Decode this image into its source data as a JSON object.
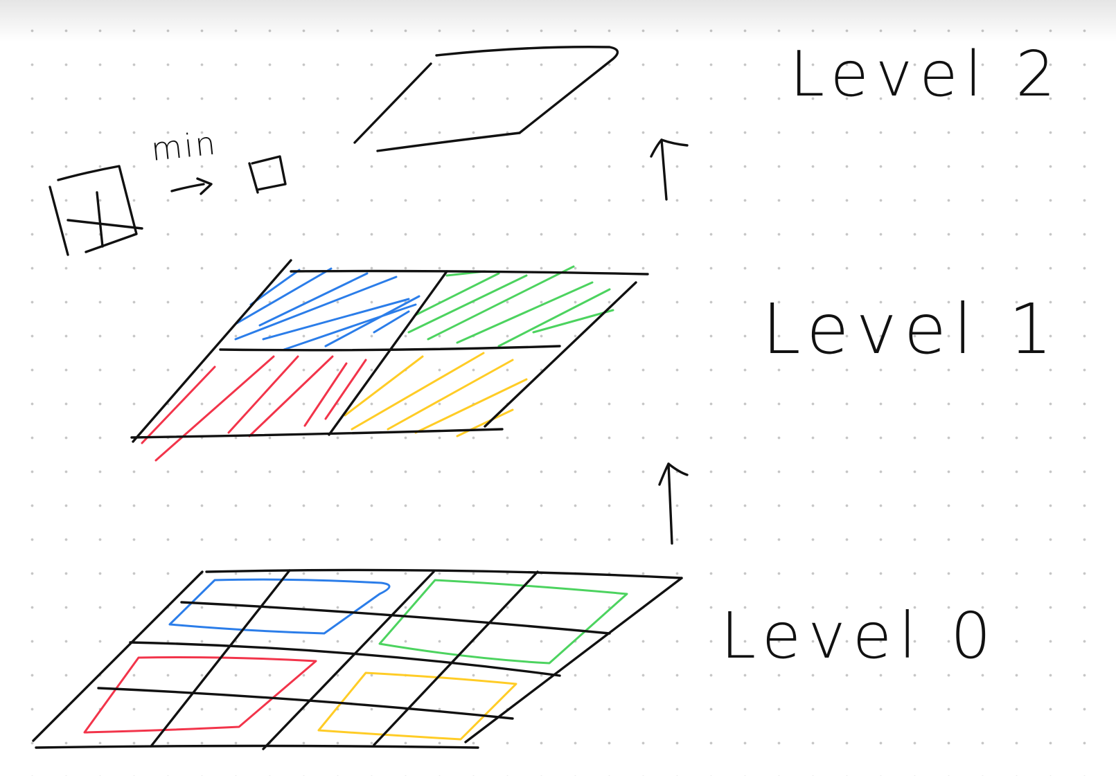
{
  "labels": {
    "level2": "Level 2",
    "level1": "Level 1",
    "level0": "Level 0",
    "min": "min"
  },
  "colors": {
    "ink": "#111111",
    "blue": "#2b7de9",
    "green": "#4cd35f",
    "red": "#f2344a",
    "yellow": "#ffcc26"
  }
}
